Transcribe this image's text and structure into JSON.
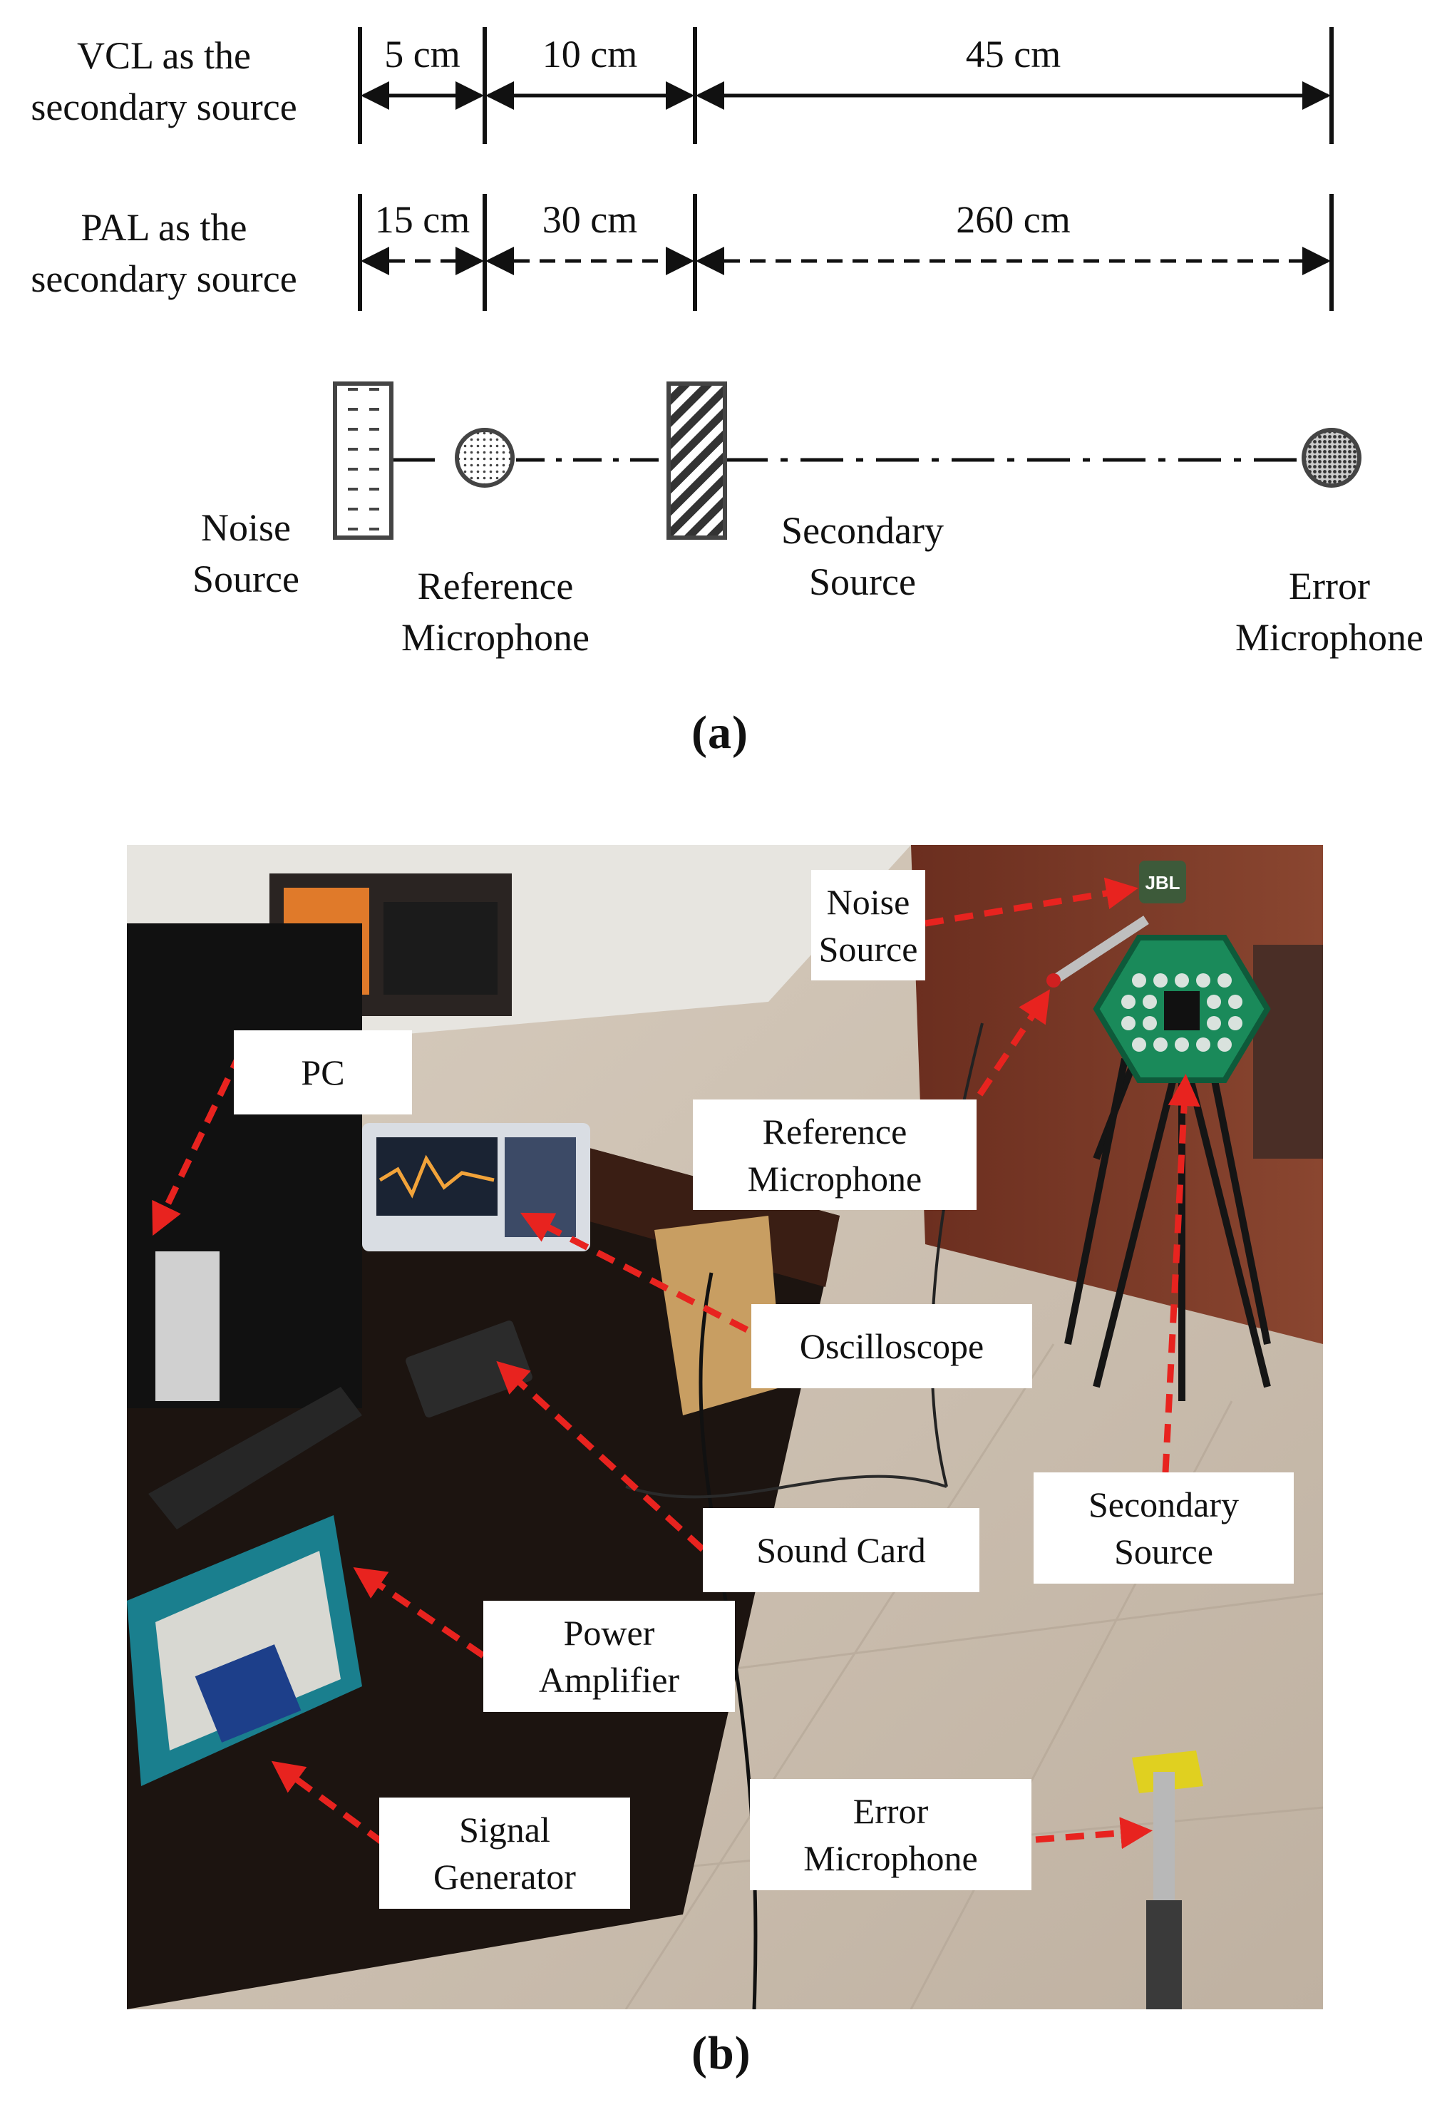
{
  "panel_a": {
    "rows": [
      {
        "label": "VCL as the\nsecondary source",
        "segments": [
          "5 cm",
          "10 cm",
          "45 cm"
        ],
        "style": "solid"
      },
      {
        "label": "PAL as the\nsecondary source",
        "segments": [
          "15 cm",
          "30 cm",
          "260 cm"
        ],
        "style": "dashed"
      }
    ],
    "components": {
      "noise_source": "Noise\nSource",
      "reference_microphone": "Reference\nMicrophone",
      "secondary_source": "Secondary\nSource",
      "error_microphone": "Error\nMicrophone"
    },
    "caption": "(a)"
  },
  "panel_b": {
    "callouts": {
      "noise_source": "Noise\nSource",
      "pc": "PC",
      "reference_microphone": "Reference\nMicrophone",
      "oscilloscope": "Oscilloscope",
      "sound_card": "Sound Card",
      "secondary_source": "Secondary\nSource",
      "power_amplifier": "Power\nAmplifier",
      "signal_generator": "Signal\nGenerator",
      "error_microphone": "Error\nMicrophone"
    },
    "device_text": {
      "speaker_brand": "JBL"
    },
    "caption": "(b)"
  },
  "colors": {
    "arrow_red": "#e8231f",
    "text": "#111111",
    "floor": "#cdbfae",
    "wall": "#7a3a26"
  }
}
